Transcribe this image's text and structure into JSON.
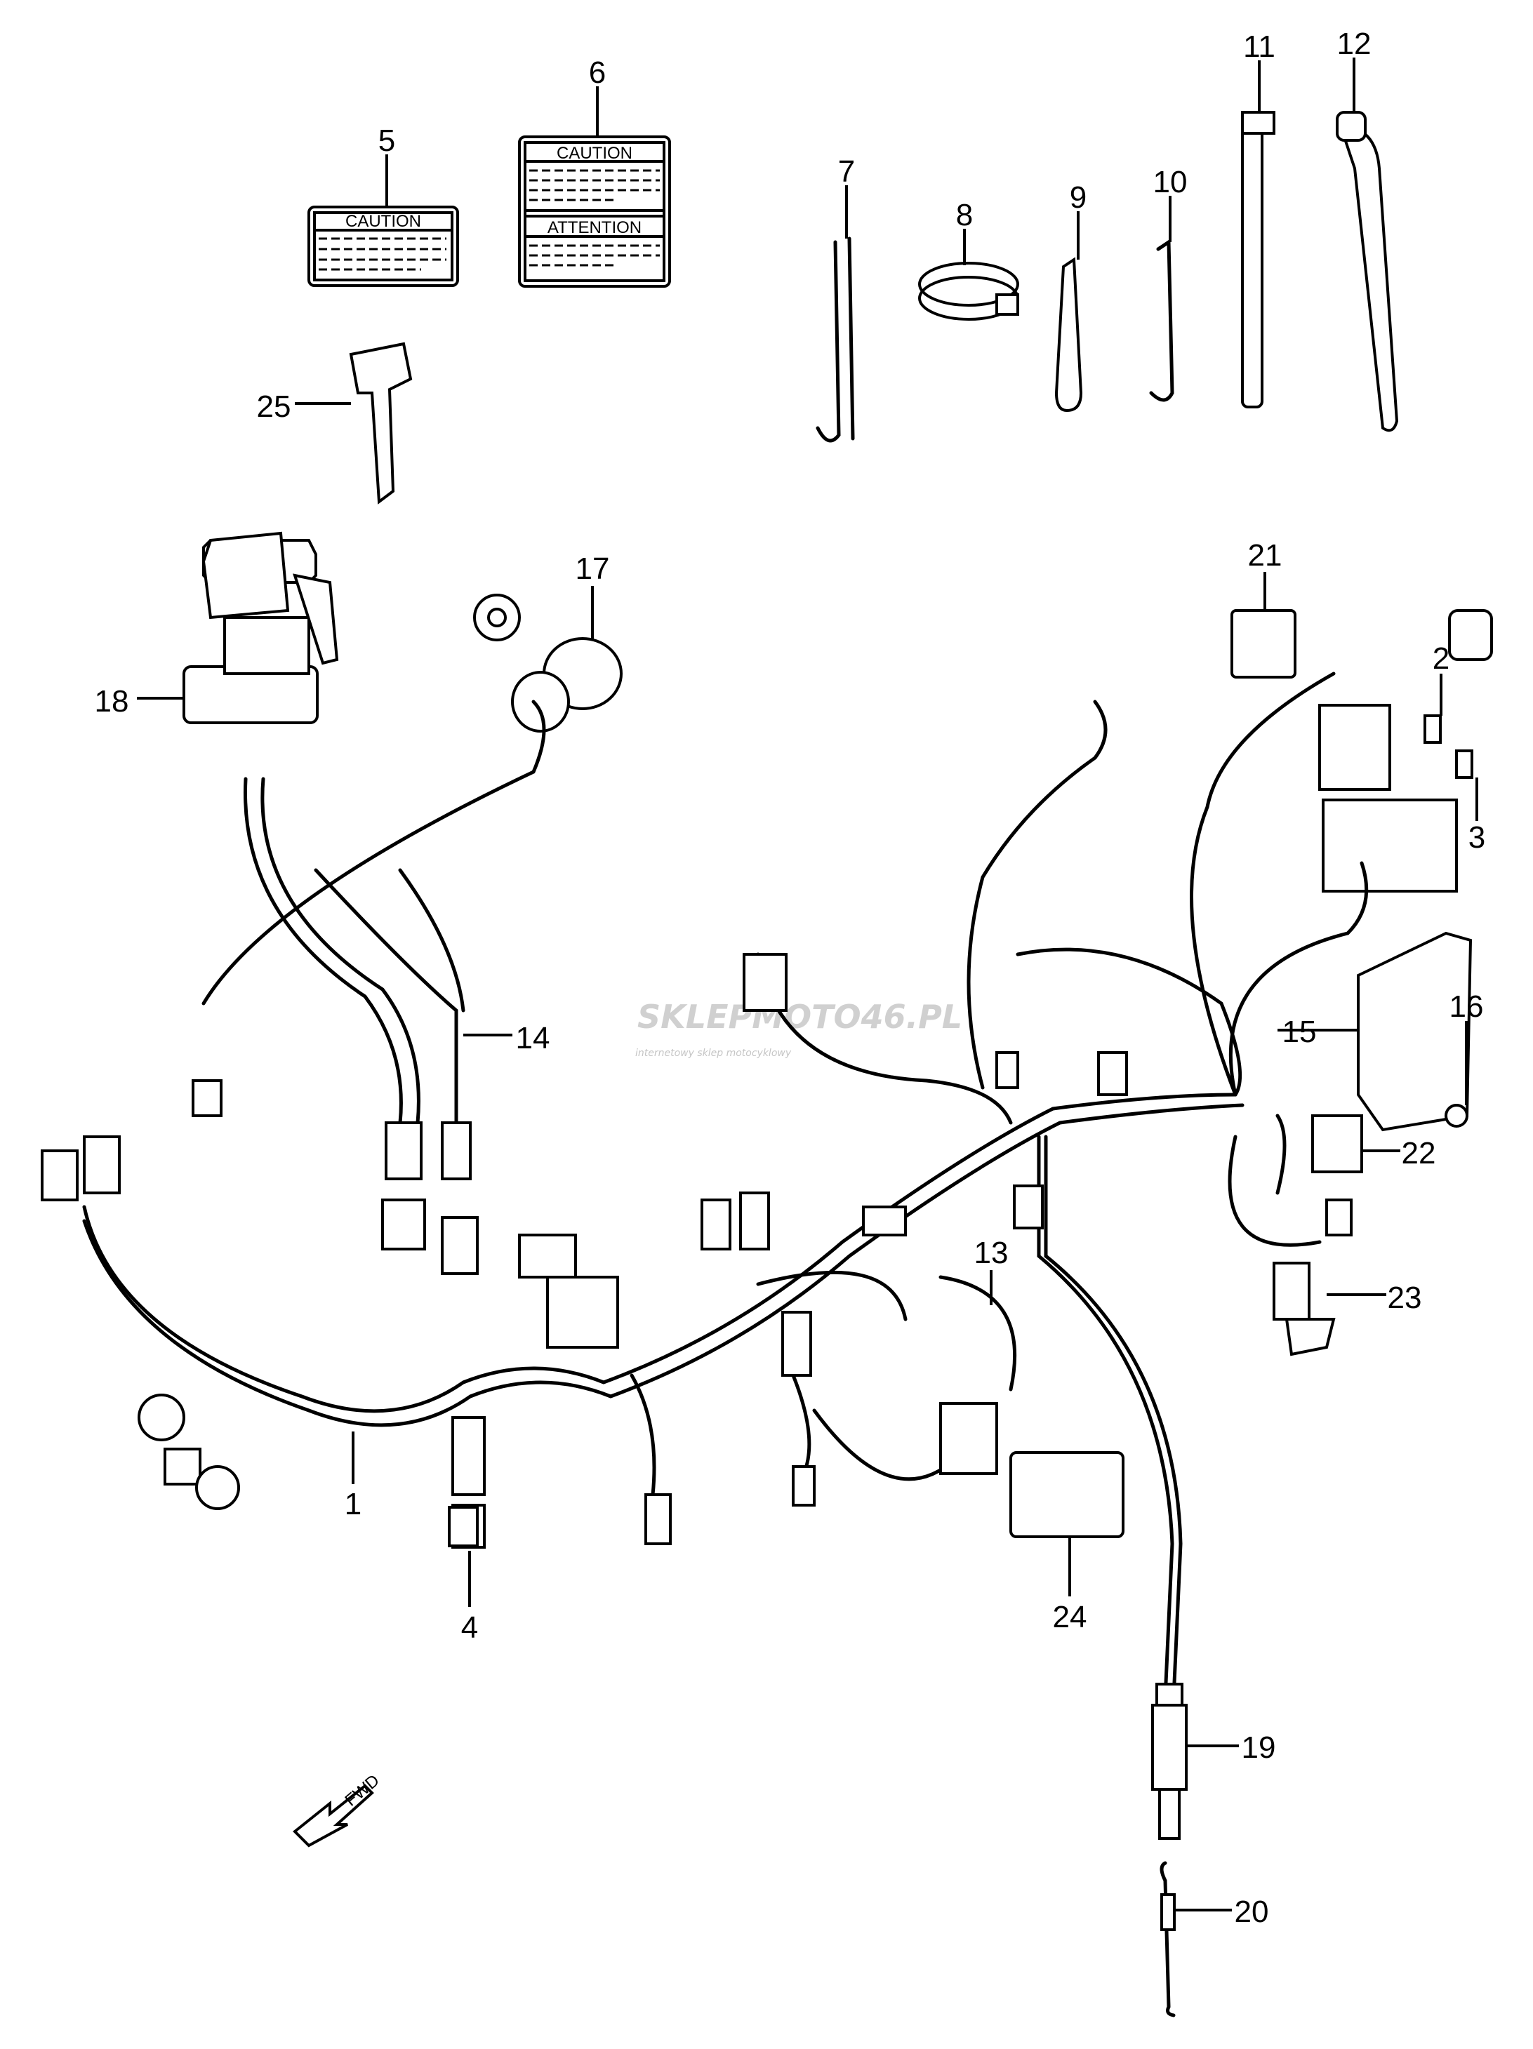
{
  "labels": {
    "caution_small": "CAUTION",
    "caution_large": "CAUTION",
    "attention": "ATTENTION",
    "fwd": "FWD"
  },
  "callouts": [
    "1",
    "2",
    "3",
    "4",
    "5",
    "6",
    "7",
    "8",
    "9",
    "10",
    "11",
    "12",
    "13",
    "14",
    "15",
    "16",
    "17",
    "18",
    "19",
    "20",
    "21",
    "22",
    "23",
    "24",
    "25"
  ],
  "watermark": {
    "brand": "SKLEPMOTO46.PL",
    "tagline": "internetowy sklep motocyklowy"
  },
  "colors": {
    "line": "#000000",
    "watermark_grey": "#c8c8c8",
    "watermark_red": "#f6b8b8"
  }
}
